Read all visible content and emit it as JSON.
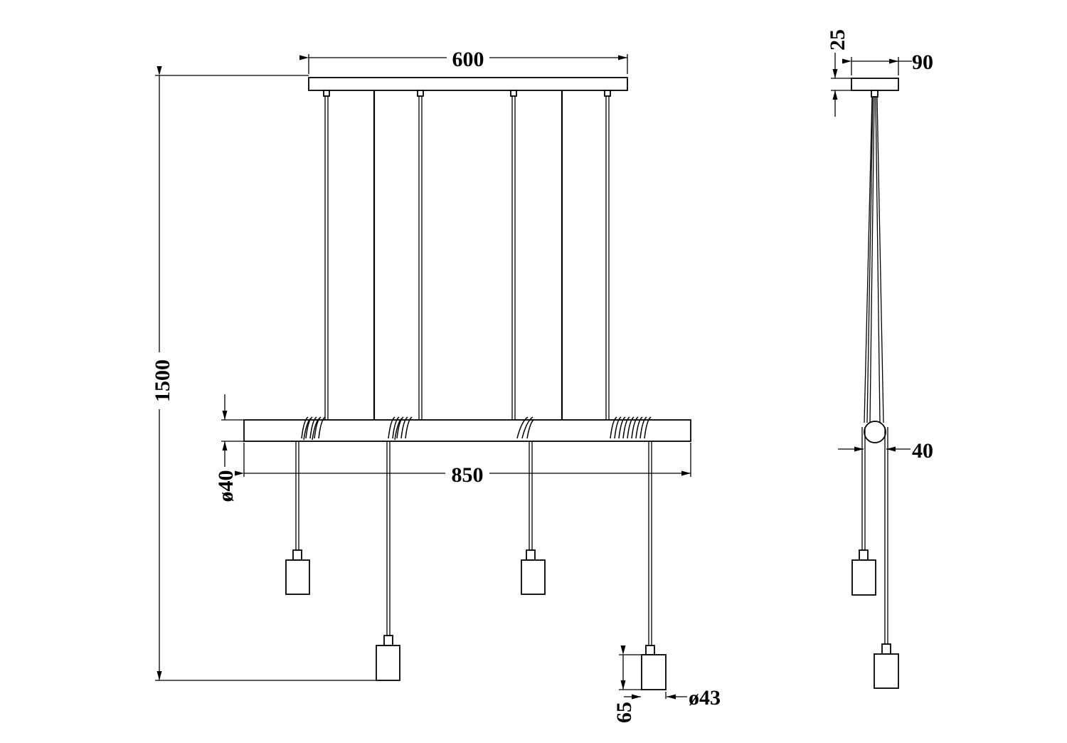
{
  "dimensions": {
    "canopy_length": "600",
    "total_height": "1500",
    "bar_length": "850",
    "bar_diameter": "ø40",
    "shade_height": "65",
    "shade_diameter": "ø43",
    "canopy_height": "25",
    "canopy_depth": "90",
    "bulb_diameter": "40"
  },
  "colors": {
    "line": "#000000",
    "background": "#ffffff"
  }
}
